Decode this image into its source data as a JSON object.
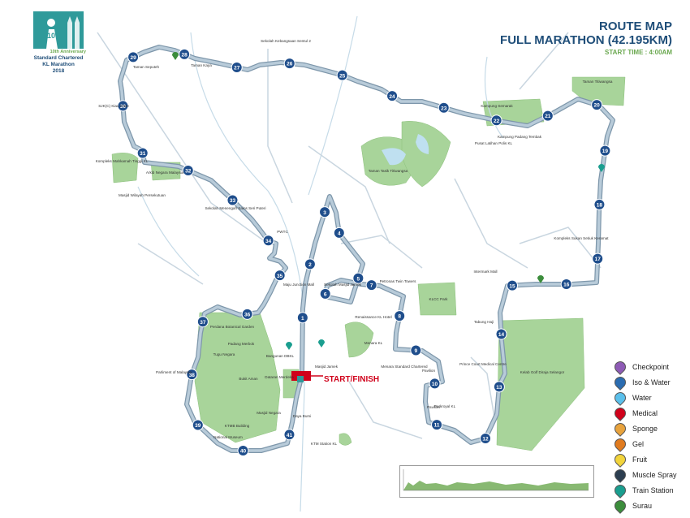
{
  "title": {
    "line1": "ROUTE MAP",
    "line2": "FULL MARATHON (42.195KM)",
    "start_time": "START TIME : 4:00AM"
  },
  "logo": {
    "badge": "10",
    "anniversary": "10th Anniversary",
    "name_line1": "Standard Chartered",
    "name_line2": "KL Marathon",
    "year": "2018"
  },
  "start_finish": "START/FINISH",
  "colors": {
    "route": "#b0c4d4",
    "route_edge": "#7e97ab",
    "park": "#9fcf8c",
    "marker": "#1f4e8c",
    "title": "#1f4e79"
  },
  "legend": [
    {
      "label": "Checkpoint",
      "color": "#8e5bb5"
    },
    {
      "label": "Iso & Water",
      "color": "#2b6cb0"
    },
    {
      "label": "Water",
      "color": "#5bc0eb"
    },
    {
      "label": "Medical",
      "color": "#d0021b"
    },
    {
      "label": "Sponge",
      "color": "#e8a33d"
    },
    {
      "label": "Gel",
      "color": "#e07b1f"
    },
    {
      "label": "Fruit",
      "color": "#f2d43b"
    },
    {
      "label": "Muscle Spray",
      "color": "#2c3e50"
    },
    {
      "label": "Train Station",
      "color": "#1a9e8f"
    },
    {
      "label": "Surau",
      "color": "#3c8d3c"
    }
  ],
  "km_markers": [
    "1",
    "2",
    "3",
    "4",
    "5",
    "6",
    "7",
    "8",
    "9",
    "10",
    "11",
    "12",
    "13",
    "14",
    "15",
    "16",
    "17",
    "18",
    "19",
    "20",
    "21",
    "22",
    "23",
    "24",
    "25",
    "26",
    "27",
    "28",
    "29",
    "30",
    "31",
    "32",
    "33",
    "34",
    "35",
    "36",
    "37",
    "38",
    "39",
    "40",
    "41"
  ],
  "place_labels": [
    "Taman Seputeh",
    "Taman Kaya",
    "Sekolah Kebangsaan Sentul 2",
    "SJK(C) Kiau Chee",
    "Kompleks Mahkamah Tinggi KL",
    "Arkib Negara Malaysia",
    "Masjid Wilayah Persekutuan",
    "Sekolah Menengah Sains Seri Puteri",
    "PWTC",
    "Taman Tasik Titiwangsa",
    "Kampung Semarak",
    "Pusat Latihan Polis KL",
    "Kampung Padang Tembak",
    "Taman Titiwangsa",
    "Kompleks Sukan Setiuk Keramat",
    "Sekolah Masjid Jamek",
    "Maju Junction Mall",
    "Petronas Twin Towers",
    "KLCC Park",
    "Renaissance KL Hotel",
    "Menara KL",
    "Intermark Mall",
    "Tabung Haji",
    "Pavilion",
    "Menara Standard Chartered",
    "Prince Court Medical Centre",
    "Kelab Golf Diraja Selangor",
    "Pavilion",
    "Parkroyal KL",
    "Tugu Negara",
    "Perdana Botanical Garden",
    "Parliment of Malaysia",
    "Padang Merbok",
    "Bangunan DBKL",
    "Dataran Merdeka",
    "Masjid Jamek",
    "Bukit Aman",
    "Masjid Negara",
    "KTMB Building",
    "National Museum",
    "Daya Bumi",
    "KTM Station KL"
  ]
}
